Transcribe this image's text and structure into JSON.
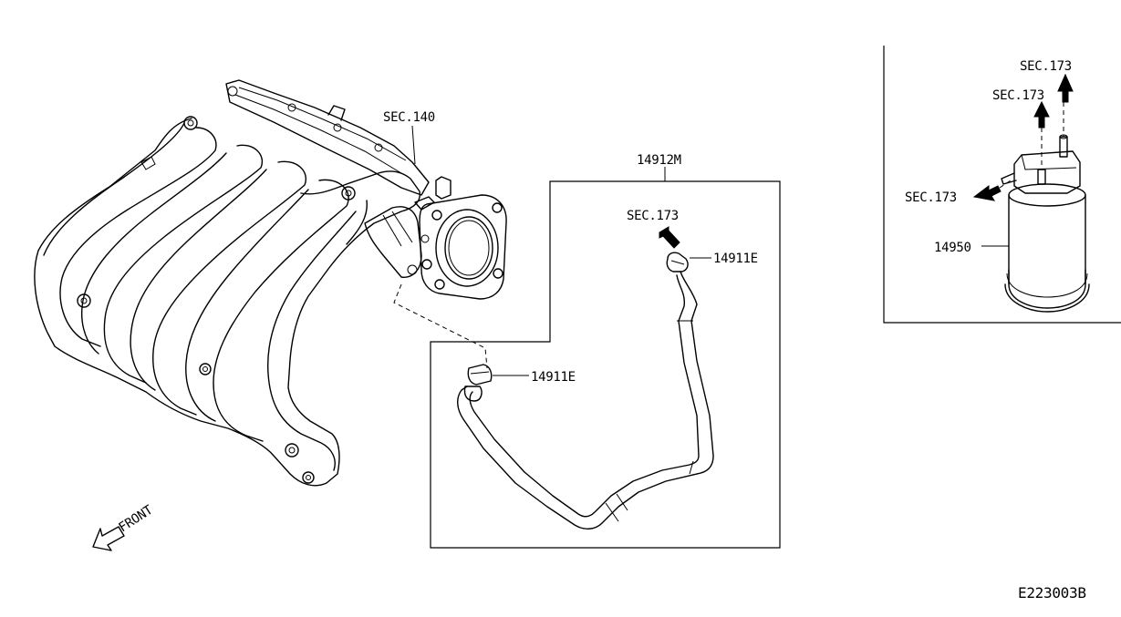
{
  "labels": {
    "sec_140": "SEC.140",
    "part_14912m": "14912M",
    "sec_173_hose": "SEC.173",
    "part_14911e_top": "14911E",
    "part_14911e_bottom": "14911E",
    "sec_173_top": "SEC.173",
    "sec_173_mid": "SEC.173",
    "sec_173_left": "SEC.173",
    "part_14950": "14950",
    "front": "FRONT",
    "diagram_code": "E223003B"
  },
  "colors": {
    "ink": "#000000",
    "background": "#ffffff"
  },
  "icons": [
    "front-direction-arrow-icon",
    "flow-arrow-icon"
  ]
}
